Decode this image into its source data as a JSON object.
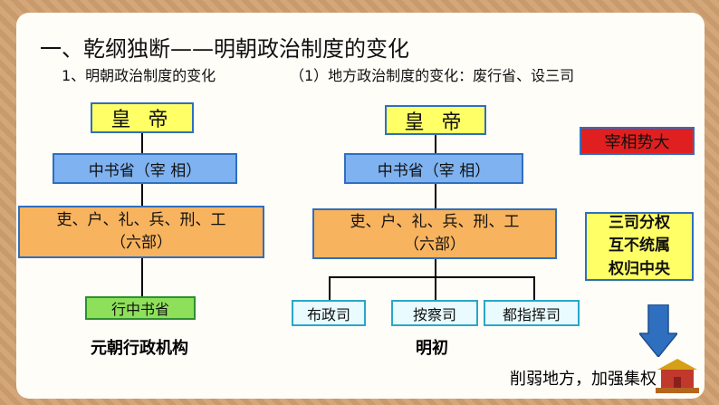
{
  "heading": {
    "title": "一、乾纲独断——明朝政治制度的变化",
    "subtitle_left": "1、明朝政治制度的变化",
    "subtitle_right": "（1）地方政治制度的变化：废行省、设三司"
  },
  "yuan": {
    "emperor": "皇 帝",
    "zhongshu": "中书省（宰 相）",
    "six_line1": "吏、户、礼、兵、刑、工",
    "six_line2": "（六部）",
    "xingzhongshu": "行中书省",
    "caption": "元朝行政机构"
  },
  "ming": {
    "emperor": "皇 帝",
    "zhongshu": "中书省（宰 相）",
    "six_line1": "吏、户、礼、兵、刑、工",
    "six_line2": "（六部）",
    "sansi": [
      "布政司",
      "按察司",
      "都指挥司"
    ],
    "caption": "明初"
  },
  "notes": {
    "chancellor": "宰相势大",
    "sansi_lines": [
      "三司分权",
      "互不统属",
      "权归中央"
    ],
    "conclusion": "削弱地方，加强集权"
  },
  "colors": {
    "emperor_box": "#ffff66",
    "zhongshu_box": "#7fb2f0",
    "six_box": "#f7b35e",
    "xingzhongshu_box": "#8ee05a",
    "sansi_box": "#e9fbff",
    "chancellor_box": "#e02020",
    "arrow": "#2f6fbf"
  }
}
